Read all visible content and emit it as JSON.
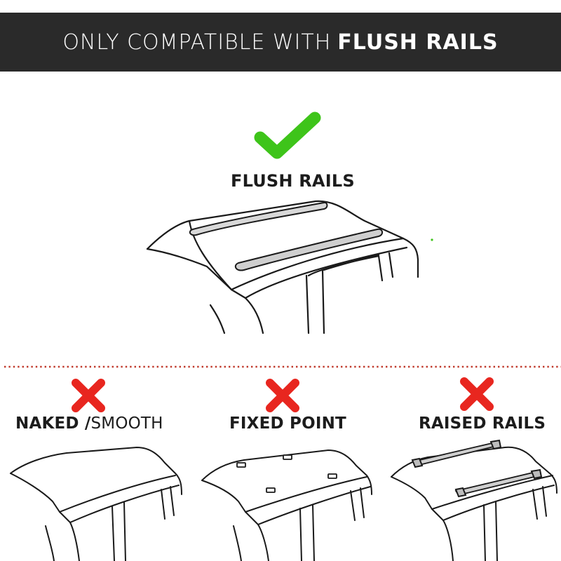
{
  "banner": {
    "prefix": "ONLY COMPATIBLE WITH",
    "emphasis": "FLUSH RAILS"
  },
  "colors": {
    "banner_bg": "#2a2a2a",
    "check": "#3ec41a",
    "cross": "#e8261f",
    "divider": "#c0392b",
    "line": "#1a1a1a"
  },
  "compatible": {
    "label": "FLUSH RAILS",
    "status_icon": "checkmark-icon"
  },
  "incompatible": [
    {
      "label_bold": "NAKED /",
      "label_light": "SMOOTH",
      "status_icon": "cross-icon"
    },
    {
      "label": "FIXED POINT",
      "status_icon": "cross-icon"
    },
    {
      "label": "RAISED RAILS",
      "status_icon": "cross-icon"
    }
  ]
}
